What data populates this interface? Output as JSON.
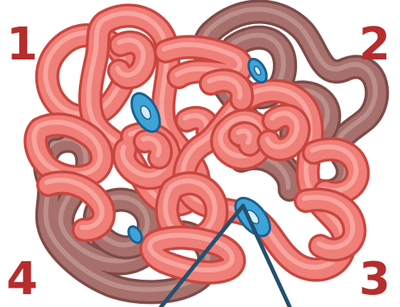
{
  "labels": {
    "q1": "1",
    "q2": "2",
    "q3": "3",
    "q4": "4"
  },
  "colors": {
    "label": "#b52d2d",
    "front_fill": "#f07e79",
    "front_stroke": "#c9463f",
    "front_highlight": "#fbb1ab",
    "back_fill": "#a8706c",
    "back_stroke": "#7d4b48",
    "back_highlight": "#c39a96",
    "heme_fill": "#3ea4d8",
    "heme_stroke": "#1d5f8e",
    "heme_center": "#d6eef9",
    "wire": "#24506d"
  }
}
